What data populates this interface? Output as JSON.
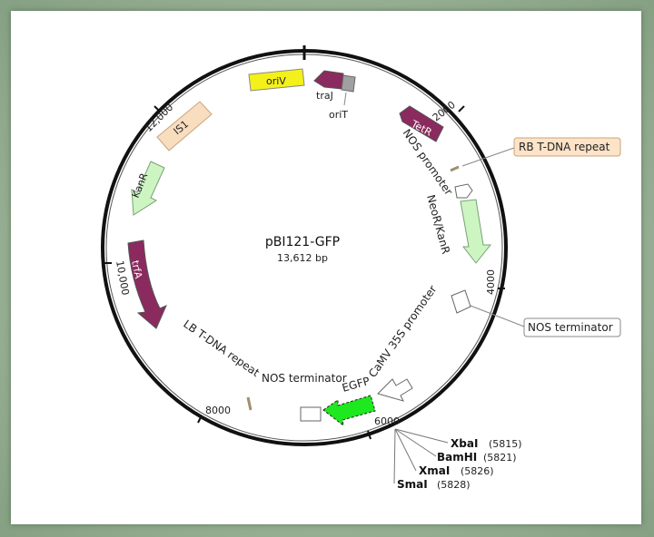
{
  "plasmid": {
    "name": "pBI121-GFP",
    "size": "13,612 bp"
  },
  "ticks": {
    "t2000": "2000",
    "t4000": "4000",
    "t6000": "6000",
    "t8000": "8000",
    "t10000": "10,000",
    "t12000": "12,000"
  },
  "features": {
    "oriV": "oriV",
    "traJ": "traJ",
    "oriT": "oriT",
    "TetR": "TetR",
    "IS1": "IS1",
    "KanR": "KanR",
    "trfA": "trfA",
    "nos_promoter": "NOS promoter",
    "neor_kanr": "NeoR/KanR",
    "camv35s": "CaMV 35S promoter",
    "egfp": "EGFP",
    "nos_terminator_inner": "NOS terminator",
    "lb_repeat": "LB T-DNA repeat"
  },
  "callouts": {
    "rb_repeat": "RB T-DNA repeat",
    "nos_terminator": "NOS terminator"
  },
  "sites": [
    {
      "name": "XbaI",
      "pos": "(5815)"
    },
    {
      "name": "BamHI",
      "pos": "(5821)"
    },
    {
      "name": "XmaI",
      "pos": "(5826)"
    },
    {
      "name": "SmaI",
      "pos": "(5828)"
    }
  ],
  "colors": {
    "oriV": "#f4f01a",
    "maroon": "#8b2a5e",
    "IS1": "#f9ddbf",
    "pale_green": "#ccf5c2",
    "egfp": "#1ee81e",
    "callout_fill": "#fde3c8",
    "grey": "#a0a0a0"
  }
}
